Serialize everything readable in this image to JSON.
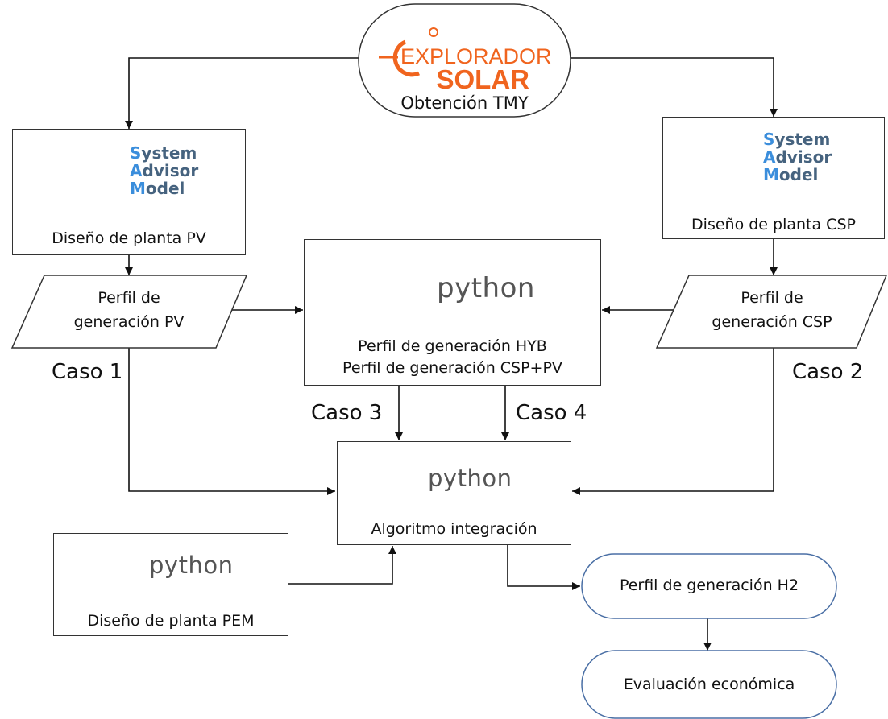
{
  "colors": {
    "stroke": "#333333",
    "solar_orange": "#f0641e",
    "sam_blue": "#3b8edc",
    "sam_green": "#7cc242",
    "python_blue": "#3b73a8",
    "python_yellow": "#f7c948",
    "oval_border": "#4a6fa5"
  },
  "icons": {
    "explorador": "explorador-solar-logo",
    "sam": "sam-sunburst-logo",
    "python": "python-logo"
  },
  "top": {
    "logo_line1": "EXPLORADOR",
    "logo_line2": "SOLAR",
    "caption": "Obtención TMY"
  },
  "sam_logo": {
    "line1_cap": "S",
    "line1_rest": "ystem",
    "line2_cap": "A",
    "line2_rest": "dvisor",
    "line3_cap": "M",
    "line3_rest": "odel"
  },
  "pv_design": {
    "caption": "Diseño de planta PV"
  },
  "csp_design": {
    "caption": "Diseño de planta CSP"
  },
  "pv_profile": {
    "line1": "Perfil de",
    "line2": "generación PV"
  },
  "csp_profile": {
    "line1": "Perfil de",
    "line2": "generación CSP"
  },
  "python_word": "python",
  "hyb": {
    "line1": "Perfil de generación HYB",
    "line2": "Perfil de generación CSP+PV"
  },
  "integration": {
    "caption": "Algoritmo integración"
  },
  "pem": {
    "caption": "Diseño de planta PEM"
  },
  "h2": {
    "caption": "Perfil de generación H2"
  },
  "econ": {
    "caption": "Evaluación económica"
  },
  "cases": {
    "c1": "Caso 1",
    "c2": "Caso 2",
    "c3": "Caso 3",
    "c4": "Caso 4"
  }
}
